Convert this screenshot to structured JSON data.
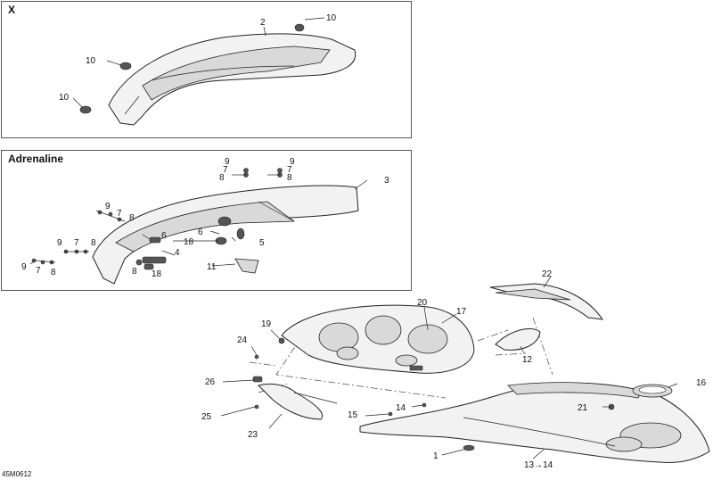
{
  "panels": {
    "x": {
      "title": "X"
    },
    "adrenaline": {
      "title": "Adrenaline"
    }
  },
  "callouts": {
    "x_panel": [
      "2",
      "10",
      "10",
      "10"
    ],
    "adrenaline_panel": [
      "9",
      "7",
      "8",
      "9",
      "7",
      "8",
      "3",
      "9",
      "7",
      "8",
      "6",
      "6",
      "5",
      "9",
      "7",
      "8",
      "18",
      "9",
      "7",
      "8",
      "4",
      "8",
      "18",
      "11"
    ],
    "lower": [
      "22",
      "20",
      "17",
      "19",
      "24",
      "12",
      "26",
      "16",
      "21",
      "14",
      "15",
      "25",
      "23",
      "1",
      "13→14"
    ]
  },
  "reference_code": "45M0612"
}
